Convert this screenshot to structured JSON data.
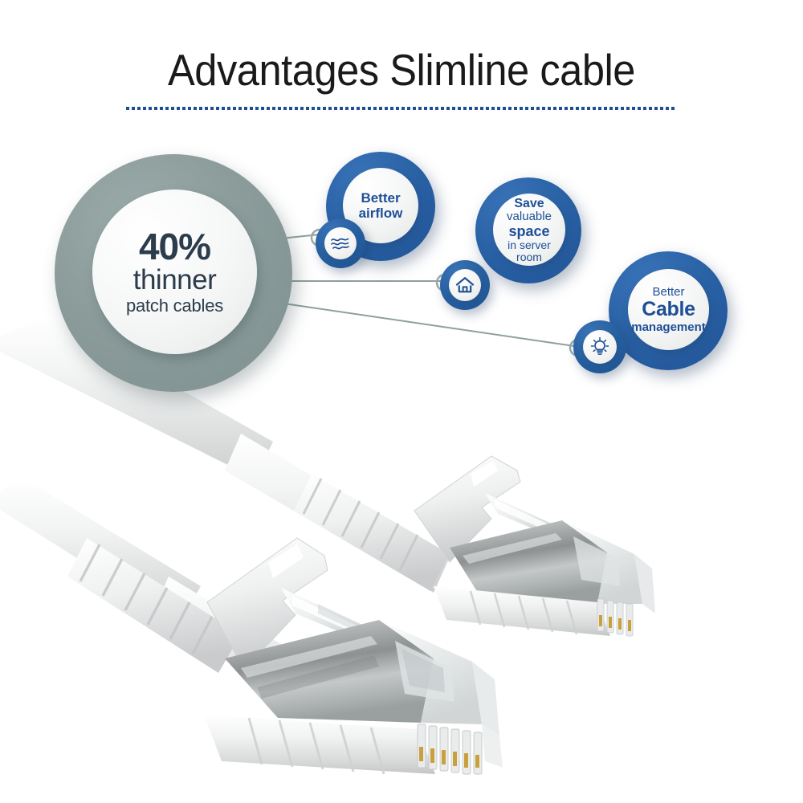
{
  "page": {
    "title": "Advantages Slimline cable",
    "background_color": "#ffffff"
  },
  "colors": {
    "title_text": "#1a1a1a",
    "rule_dotted": "#1d4f93",
    "bubble_blue": "#2a62a6",
    "bubble_blue_light": "#3a74b8",
    "bubble_text": "#1e4f96",
    "main_ring_gray": "#8b9c9b",
    "main_inner": "#f5f6f6",
    "main_text": "#2c3c4c",
    "connector_line": "#8fa09f",
    "cable_jacket": "#eceeee",
    "connector_metal": "#b9bcbd",
    "contact_gold": "#c8a13c"
  },
  "main_circle": {
    "value": "40%",
    "line2": "thinner",
    "line3": "patch cables"
  },
  "bubbles": [
    {
      "id": "better-airflow",
      "icon": "airflow-waves-icon",
      "lines": [
        {
          "text": "Better",
          "bold": true
        },
        {
          "text": "airflow",
          "bold": true
        }
      ]
    },
    {
      "id": "save-space",
      "icon": "house-server-icon",
      "lines": [
        {
          "text": "Save",
          "bold": true
        },
        {
          "text": "valuable",
          "bold": false
        },
        {
          "text": "space",
          "bold": true
        },
        {
          "text": "in server",
          "bold": false
        },
        {
          "text": "room",
          "bold": false
        }
      ]
    },
    {
      "id": "cable-management",
      "icon": "lightbulb-idea-icon",
      "lines": [
        {
          "text": "Better",
          "bold": false
        },
        {
          "text": "Cable",
          "bold": true
        },
        {
          "text": "management",
          "bold": true
        }
      ]
    }
  ],
  "product_image": {
    "description": "Two white slimline RJ45 shielded patch cables",
    "cable_count": 2
  }
}
